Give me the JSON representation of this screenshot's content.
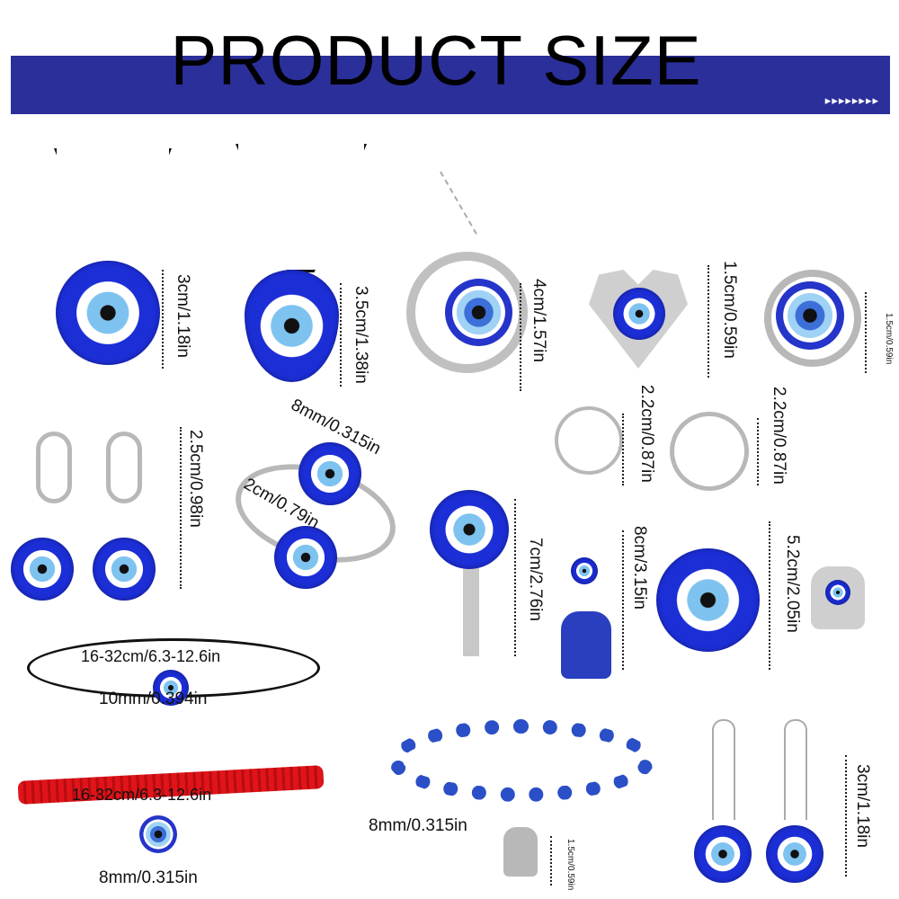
{
  "header": {
    "title": "PRODUCT SIZE",
    "arrows": "▸▸▸▸▸▸▸▸",
    "band_color": "#2b2f9a"
  },
  "labels": {
    "pendant_round": "3cm/1.18in",
    "pendant_drop": "3.5cm/1.38in",
    "moon_pendant": "4cm/1.57in",
    "heart_pendant": "1.5cm/0.59in",
    "round_crystal_pendant": "1.5cm/0.59in",
    "ring_eye": "8mm/0.315in",
    "ring_width": "2cm/0.79in",
    "hoop_earrings": "2.5cm/0.98in",
    "keychain_ring_1": "2.2cm/0.87in",
    "keychain_ring_2": "2.2cm/0.87in",
    "key_pendant": "7cm/2.76in",
    "hamsa_keychain": "8cm/3.15in",
    "round_keychain": "5.2cm/2.05in",
    "black_bracelet_length": "16-32cm/6.3-12.6in",
    "black_bracelet_bead": "10mm/0.394in",
    "red_bracelet_length": "16-32cm/6.3-12.6in",
    "red_bracelet_bead": "8mm/0.315in",
    "bead_bracelet": "8mm/0.315in",
    "hamsa_charm": "1.5cm/0.59in",
    "hook_earrings": "3cm/1.18in"
  }
}
